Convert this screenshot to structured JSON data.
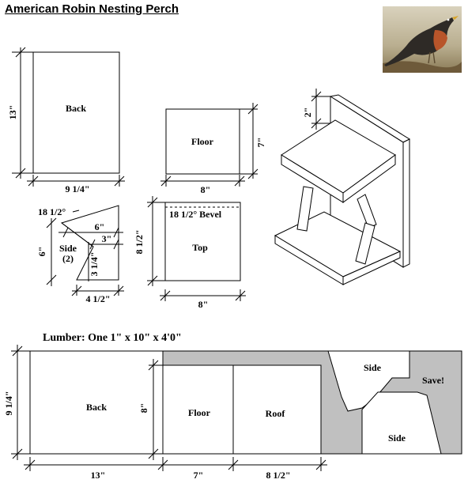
{
  "title": "American Robin Nesting Perch",
  "pieces": {
    "back": {
      "label": "Back",
      "height": "13\"",
      "width": "9 1/4\""
    },
    "floor": {
      "label": "Floor",
      "height": "7\"",
      "width": "8\""
    },
    "top": {
      "label": "Top",
      "bevel": "18 1/2° Bevel",
      "height": "8 1/2\"",
      "width": "8\""
    },
    "side": {
      "label": "Side",
      "count": "(2)",
      "angle": "18 1/2°",
      "top_width": "6\"",
      "inner_width": "3\"",
      "height": "6\"",
      "inner_height": "3 1/4\"",
      "bottom_width": "4 1/2\""
    }
  },
  "assembly": {
    "gap": "2\""
  },
  "lumber": {
    "heading": "Lumber:  One 1\" x 10\" x 4'0\"",
    "board_height": "9 1/4\"",
    "cuts": {
      "back": "Back",
      "floor": "Floor",
      "roof": "Roof",
      "side1": "Side",
      "side2": "Side",
      "save": "Save!"
    },
    "floor_roof_height": "8\"",
    "lengths": {
      "back": "13\"",
      "floor": "7\"",
      "roof": "8 1/2\""
    }
  },
  "colors": {
    "waste": "#c0c0c0",
    "line": "#000000",
    "background": "#ffffff"
  }
}
